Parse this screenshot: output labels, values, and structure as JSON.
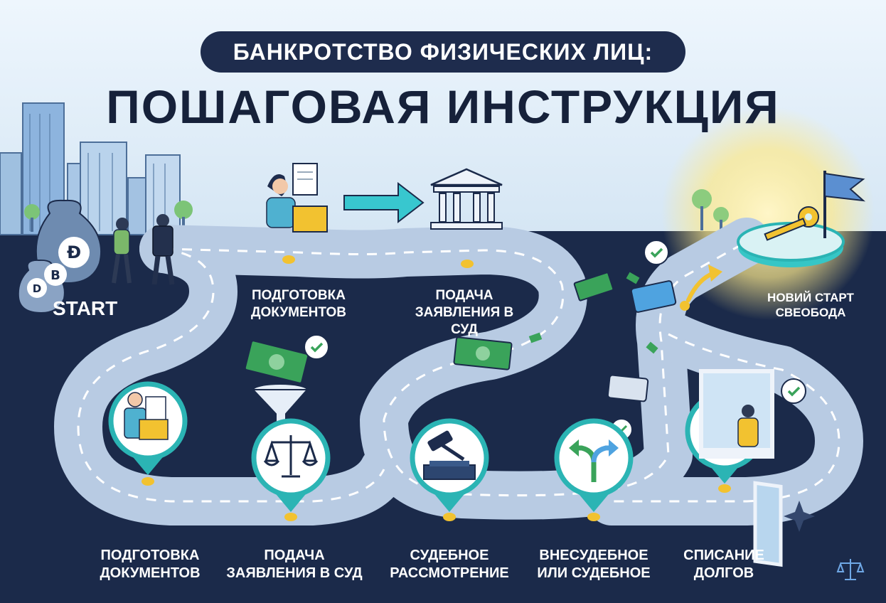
{
  "header": {
    "subtitle": "БАНКРОТСТВО ФИЗИЧЕСКИХ ЛИЦ:",
    "title": "ПОШАГОВАЯ ИНСТРУКЦИЯ"
  },
  "start_label": "START",
  "road_labels": [
    {
      "text": "ПОДГОТОВКА\nДОКУМЕНТОВ"
    },
    {
      "text": "ПОДАЧА\nЗАЯВЛЕНИЯ В СУД"
    },
    {
      "text": "НОВИЙ СТАРТ\nСВЕОБОДА"
    }
  ],
  "steps": [
    {
      "label": "ПОДГОТОВКА\nДОКУМЕНТОВ",
      "icon": "documents-person-icon"
    },
    {
      "label": "ПОДАЧА\nЗАЯВЛЕНИЯ В СУД",
      "icon": "scales-icon"
    },
    {
      "label": "СУДЕБНОЕ\nРАССМОТРЕНИЕ",
      "icon": "gavel-icon"
    },
    {
      "label": "ВНЕСУДЕБНОЕ\nИЛИ СУДЕБНОЕ",
      "icon": "fork-arrows-icon"
    },
    {
      "label": "СПИСАНИЕ\nДОЛГОВ",
      "icon": "open-window-icon"
    }
  ],
  "colors": {
    "navy": "#1e2c4d",
    "ground": "#1b2a4a",
    "road": "#b8cbe3",
    "teal": "#2bb4b4",
    "money": "#3aa35a",
    "yellow": "#f2c230",
    "sky": "#dcecf8"
  }
}
